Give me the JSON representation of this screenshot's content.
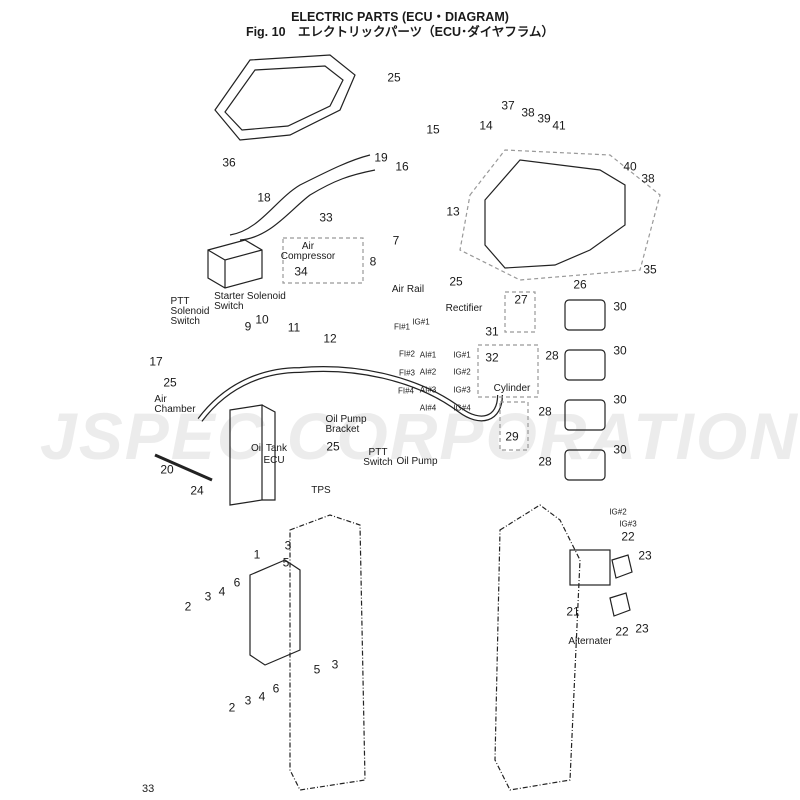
{
  "header": {
    "title": "ELECTRIC PARTS (ECU・DIAGRAM)",
    "subtitle": "Fig. 10　エレクトリックパーツ（ECU･ダイヤフラム）"
  },
  "watermark": "JSPEC CORPORATION",
  "page_number": "33",
  "callouts": [
    "25",
    "36",
    "19",
    "16",
    "15",
    "14",
    "37",
    "38",
    "39",
    "41",
    "40",
    "38",
    "13",
    "18",
    "33",
    "7",
    "34",
    "8",
    "35",
    "25",
    "26",
    "27",
    "30",
    "9",
    "10",
    "11",
    "12",
    "31",
    "32",
    "28",
    "30",
    "17",
    "25",
    "28",
    "30",
    "29",
    "25",
    "20",
    "28",
    "30",
    "24",
    "1",
    "3",
    "5",
    "6",
    "4",
    "3",
    "2",
    "5",
    "3",
    "6",
    "4",
    "3",
    "2",
    "22",
    "23",
    "21",
    "22",
    "23"
  ],
  "labels": {
    "air_compressor": "Air\nCompressor",
    "air_rail": "Air Rail",
    "ptt_solenoid_switch": "PTT\nSolenoid\nSwitch",
    "starter_solenoid_switch": "Starter Solenoid\nSwitch",
    "rectifier": "Rectifier",
    "cylinder": "Cylinder",
    "air_chamber": "Air\nChamber",
    "oil_pump_bracket": "Oil Pump\nBracket",
    "oil_tank": "Oil Tank",
    "ecu": "ECU",
    "ptt_switch": "PTT\nSwitch",
    "oil_pump": "Oil Pump",
    "tps": "TPS",
    "alternater": "Alternater"
  },
  "connectors": [
    "FI#1",
    "IG#1",
    "FI#2",
    "FI#3",
    "FI#4",
    "AI#1",
    "AI#2",
    "AI#3",
    "AI#4",
    "IG#1",
    "IG#2",
    "IG#3",
    "IG#4",
    "IG#2",
    "IG#3"
  ]
}
